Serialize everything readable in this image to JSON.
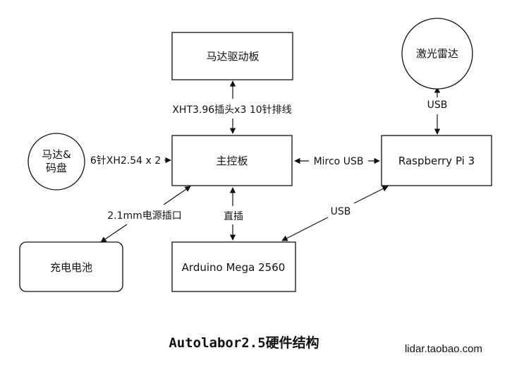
{
  "nodes": {
    "motor_driver": "马达驱动板",
    "lidar": "激光雷达",
    "motor_encoder_line1": "马达&",
    "motor_encoder_line2": "码盘",
    "main_board": "主控板",
    "raspberry_pi": "Raspberry Pi 3",
    "battery": "充电电池",
    "arduino": "Arduino Mega 2560"
  },
  "edges": {
    "driver_main": "XHT3.96插头x3 10针排线",
    "lidar_pi": "USB",
    "encoder_main": "6针XH2.54 x 2",
    "main_pi": "Mirco USB",
    "main_battery": "2.1mm电源插口",
    "main_arduino": "直插",
    "pi_arduino": "USB"
  },
  "title": "Autolabor2.5硬件结构",
  "footer": "lidar.taobao.com"
}
